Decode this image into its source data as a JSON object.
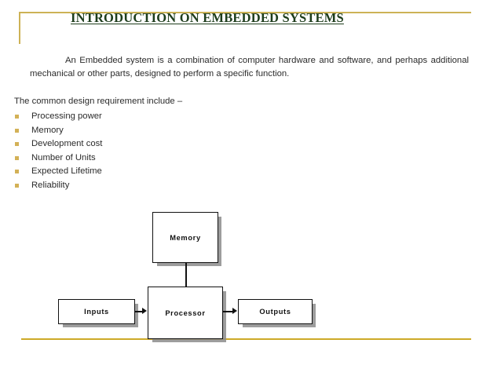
{
  "slide": {
    "title": "INTRODUCTION ON EMBEDDED SYSTEMS",
    "title_color": "#1e3d1c",
    "accent_color": "#cdb256",
    "background_color": "#ffffff",
    "paragraph": "An Embedded system is a combination of computer hardware and software, and perhaps additional mechanical or other parts, designed to perform a specific function.",
    "lead_line": "The common design requirement include –",
    "bullets": [
      {
        "label": "Processing power"
      },
      {
        "label": "Memory"
      },
      {
        "label": "Development cost"
      },
      {
        "label": "Number of Units"
      },
      {
        "label": "Expected Lifetime"
      },
      {
        "label": "Reliability"
      }
    ],
    "bullet_marker_color": "#d3b157"
  },
  "diagram": {
    "nodes": [
      {
        "id": "memory",
        "label": "Memory"
      },
      {
        "id": "processor",
        "label": "Processor"
      },
      {
        "id": "inputs",
        "label": "Inputs"
      },
      {
        "id": "outputs",
        "label": "Outputs"
      }
    ],
    "node_border_color": "#111111",
    "node_fill_color": "#ffffff",
    "shadow_color": "#8c8c8c"
  }
}
